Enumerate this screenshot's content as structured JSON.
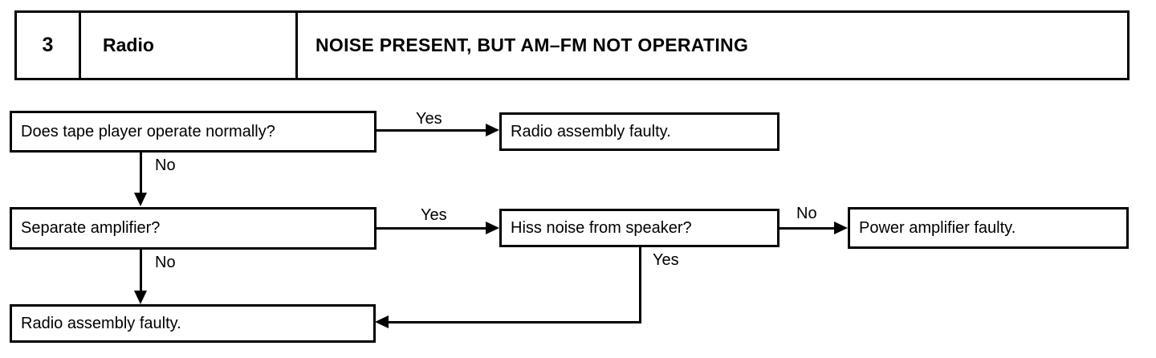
{
  "header": {
    "number": "3",
    "system": "Radio",
    "symptom": "NOISE PRESENT, BUT AM–FM NOT OPERATING"
  },
  "flowchart": {
    "nodes": [
      {
        "id": "q1",
        "type": "question",
        "text": "Does tape player operate normally?"
      },
      {
        "id": "r1",
        "type": "result",
        "text": "Radio assembly faulty."
      },
      {
        "id": "q2",
        "type": "question",
        "text": "Separate amplifier?"
      },
      {
        "id": "q3",
        "type": "question",
        "text": "Hiss noise from speaker?"
      },
      {
        "id": "r2",
        "type": "result",
        "text": "Power amplifier faulty."
      },
      {
        "id": "r3",
        "type": "result",
        "text": "Radio assembly faulty."
      }
    ],
    "edges": [
      {
        "from": "q1",
        "to": "r1",
        "label": "Yes"
      },
      {
        "from": "q1",
        "to": "q2",
        "label": "No"
      },
      {
        "from": "q2",
        "to": "q3",
        "label": "Yes"
      },
      {
        "from": "q2",
        "to": "r3",
        "label": "No"
      },
      {
        "from": "q3",
        "to": "r2",
        "label": "No"
      },
      {
        "from": "q3",
        "to": "r3",
        "label": "Yes"
      }
    ]
  },
  "colors": {
    "ink": "#000000",
    "background": "#ffffff"
  }
}
